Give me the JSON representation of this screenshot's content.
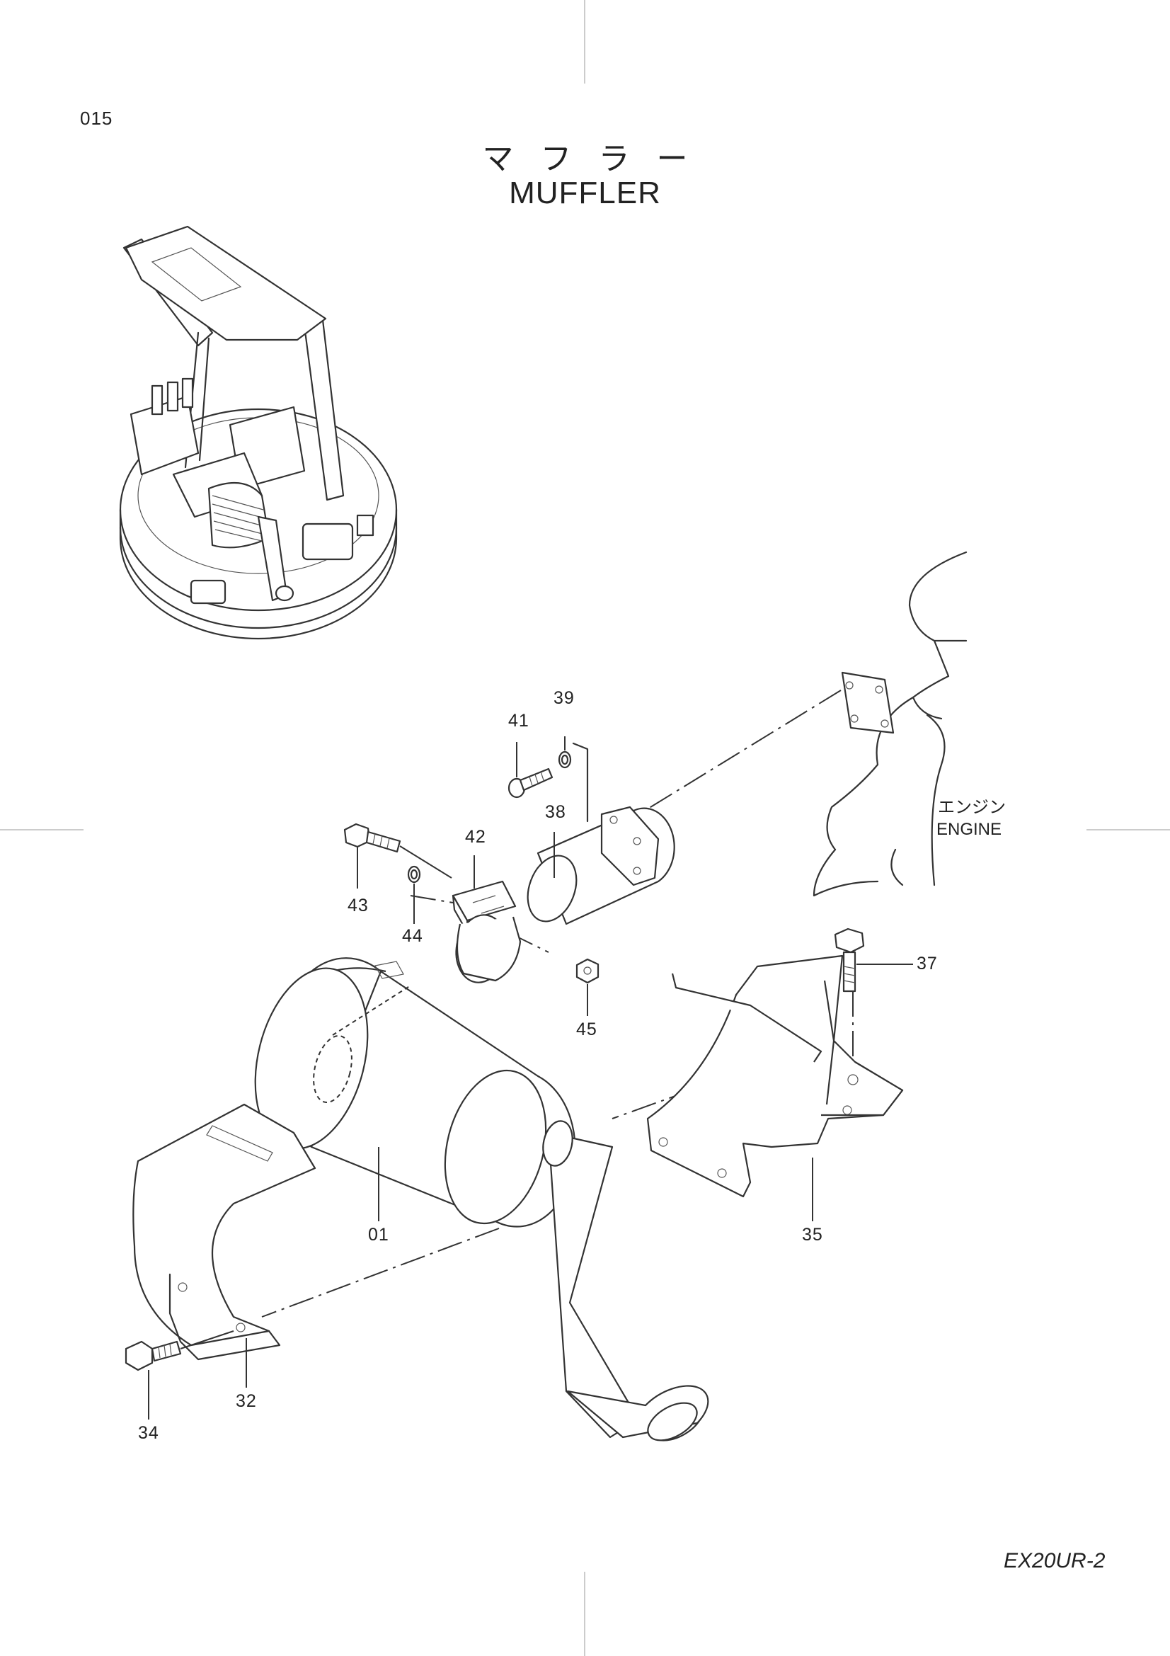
{
  "page": {
    "number": "015",
    "title_jp": "マフラー",
    "title_en": "MUFFLER",
    "model": "EX20UR-2"
  },
  "engine_label": {
    "jp": "エンジン",
    "en": "ENGINE"
  },
  "parts": [
    "01",
    "32",
    "34",
    "35",
    "37",
    "38",
    "39",
    "41",
    "42",
    "43",
    "44",
    "45"
  ]
}
